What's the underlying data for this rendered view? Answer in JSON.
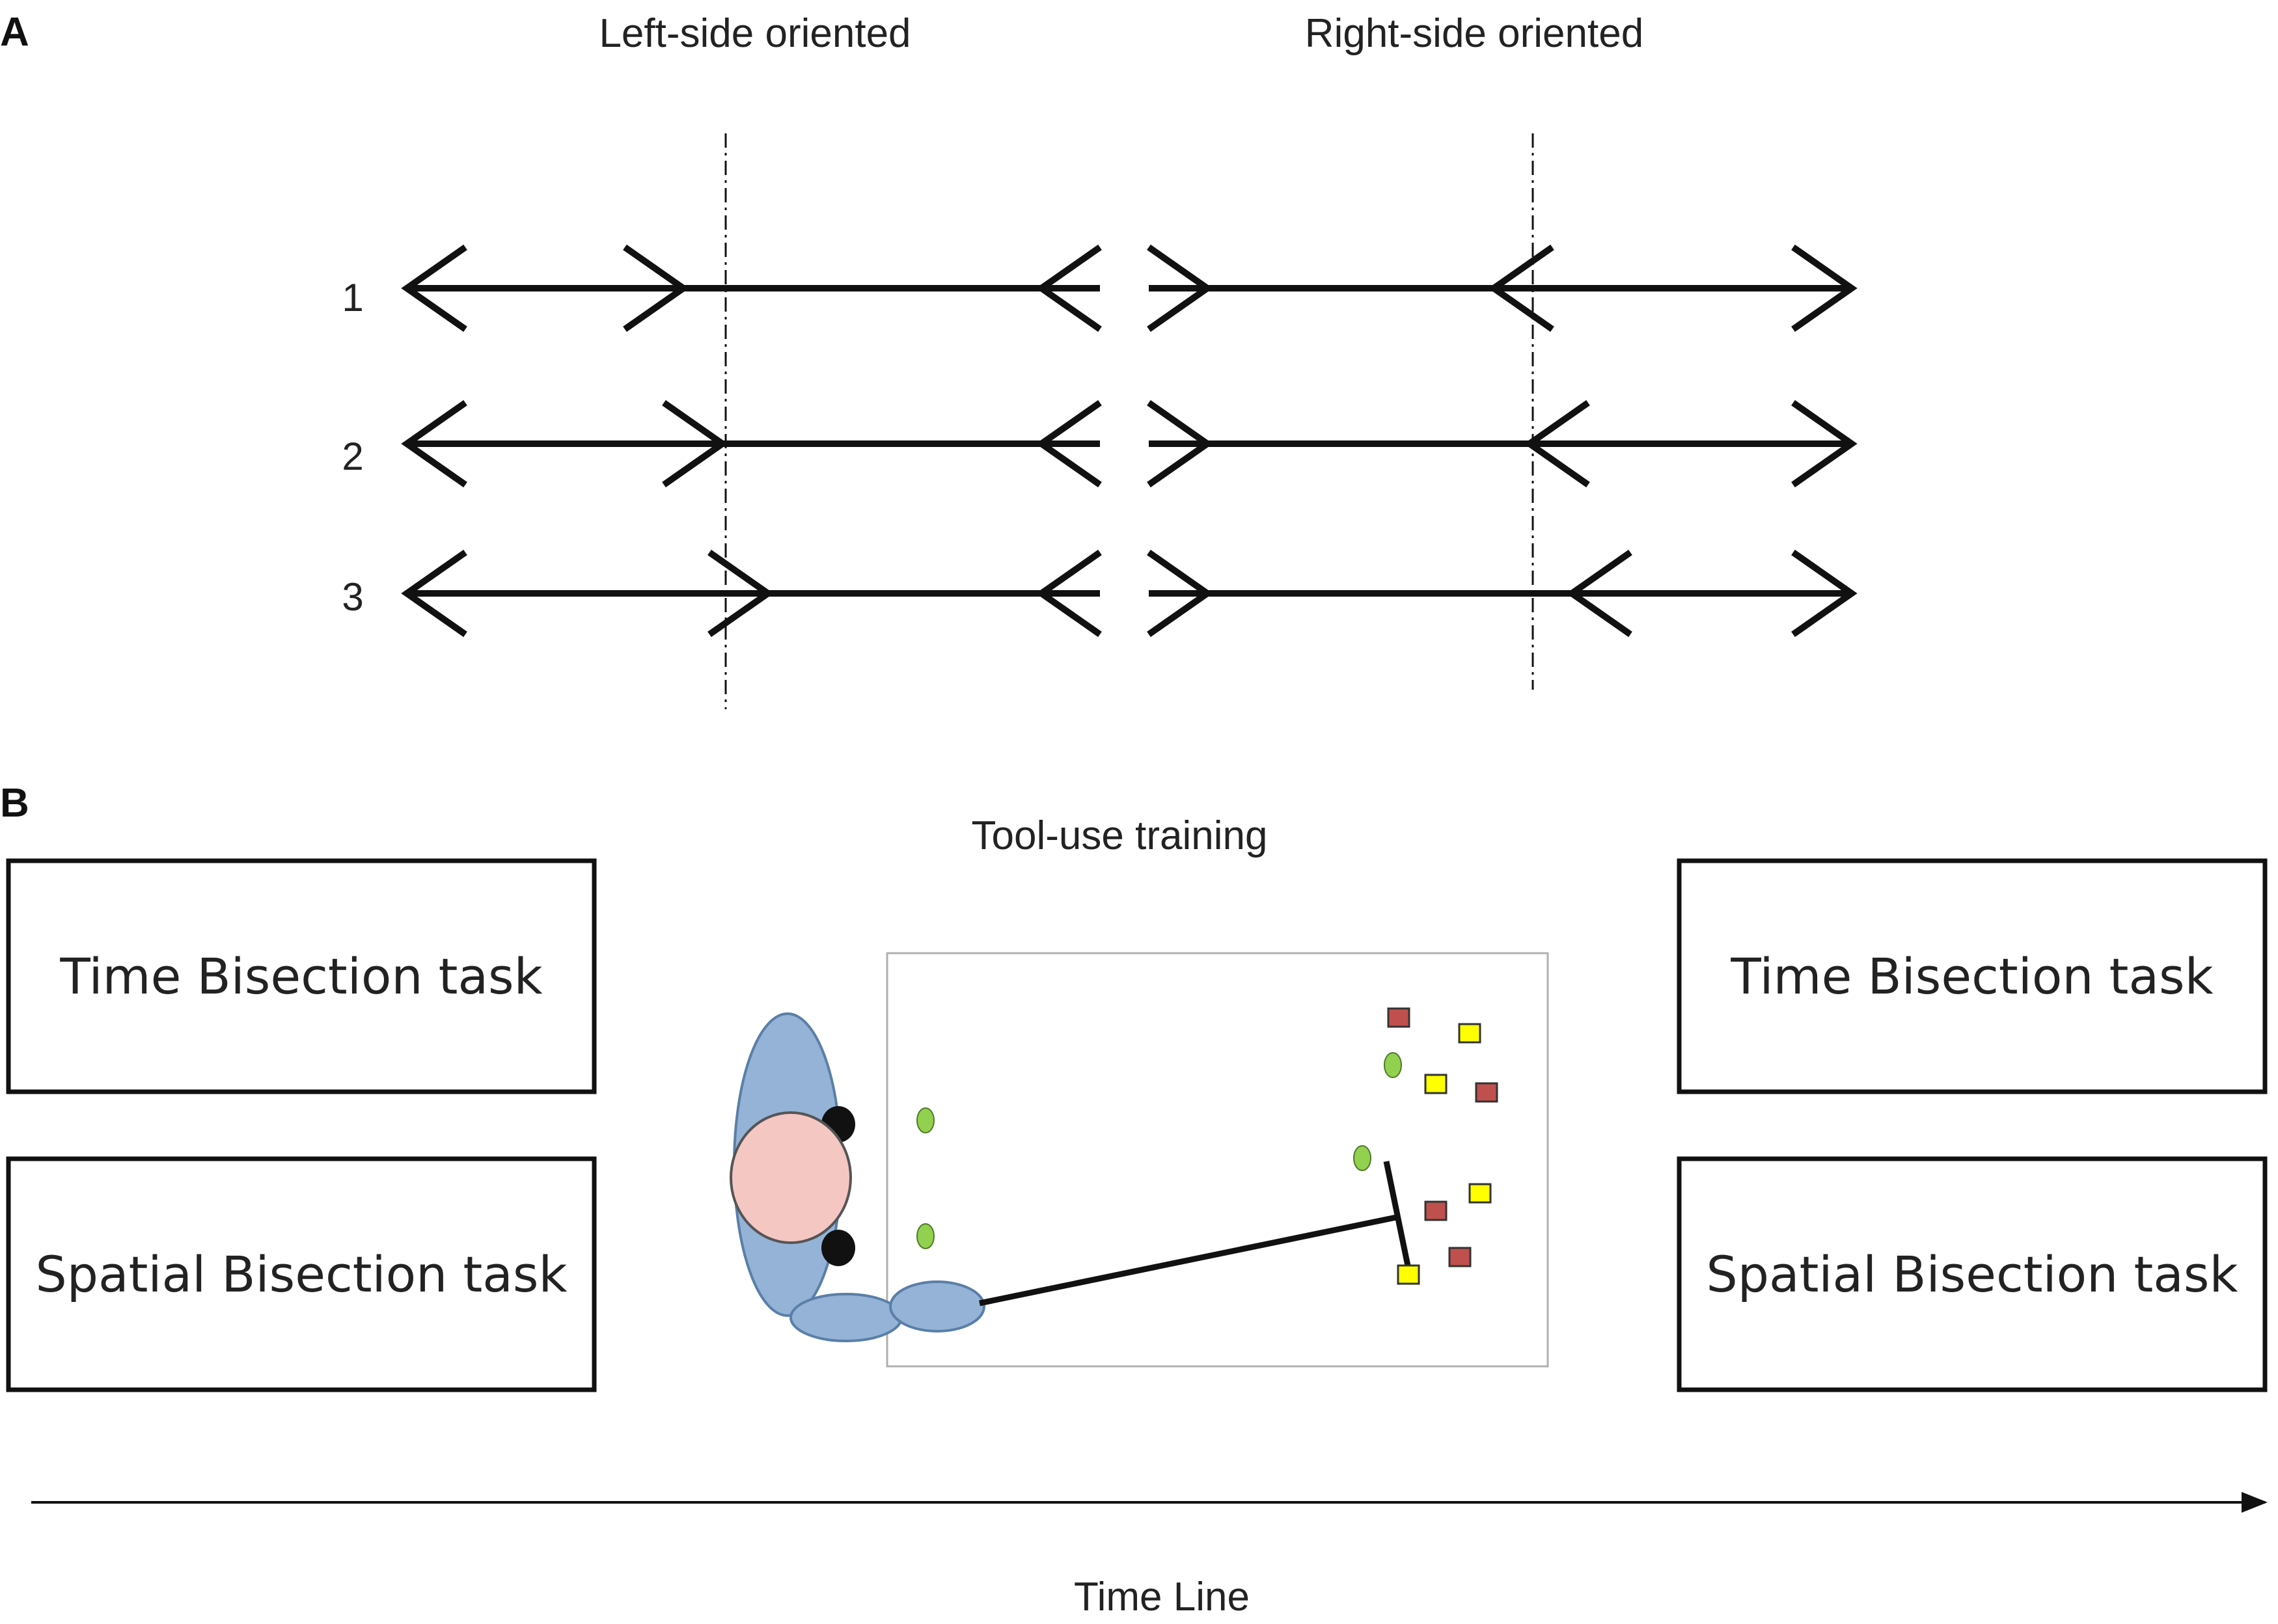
{
  "panel_a": {
    "label": "A",
    "left_header": "Left-side oriented",
    "right_header": "Right-side oriented",
    "rows": [
      "1",
      "2",
      "3"
    ]
  },
  "panel_b": {
    "label": "B",
    "training_title": "Tool-use training",
    "pre_tasks": [
      "Time Bisection task",
      "Spatial Bisection task"
    ],
    "post_tasks": [
      "Time Bisection task",
      "Spatial Bisection task"
    ],
    "timeline_label": "Time Line",
    "colors": {
      "body": "#95b3d7",
      "head": "#f4c7c3",
      "green_target": "#92d050",
      "red_target": "#c0504d",
      "yellow_target": "#ffff00"
    }
  }
}
